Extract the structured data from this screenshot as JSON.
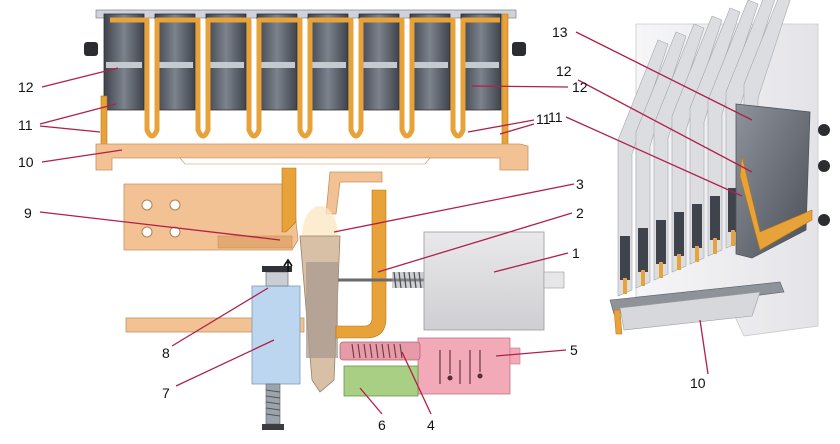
{
  "figure": {
    "left_view": {
      "labels": {
        "l1": "1",
        "l2": "2",
        "l3": "3",
        "l4": "4",
        "l5": "5",
        "l6": "6",
        "l7": "7",
        "l8": "8",
        "l9": "9",
        "l10": "10",
        "l11a": "11",
        "l11b": "11",
        "l12a": "12",
        "l12b": "12"
      }
    },
    "right_view": {
      "labels": {
        "l13": "13",
        "l12": "12",
        "l11": "11",
        "l10": "10"
      }
    },
    "colors": {
      "copper": "#e8a23a",
      "plate_dark": "#4a4f58",
      "plate_light": "#b9bec6",
      "mechanism": "#f2c294",
      "relay_box": "#dcdcdc",
      "coil": "#bcd6ef",
      "trip_unit": "#f2aab8",
      "green_block": "#a9cf84",
      "housing": "#f0f0f2"
    }
  }
}
